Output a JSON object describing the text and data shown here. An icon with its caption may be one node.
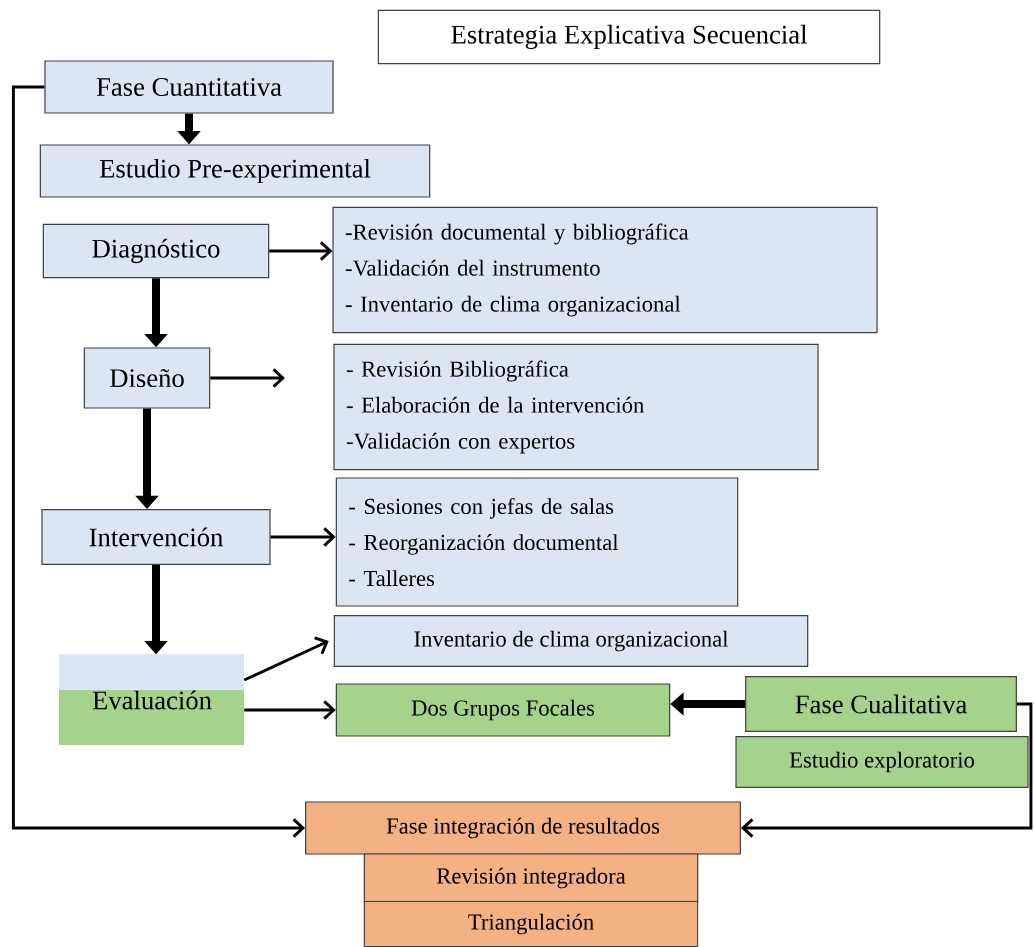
{
  "diagram": {
    "nodes": [
      {
        "text": [
          "Estrategia Explicativa Secuencial"
        ]
      },
      {
        "text": [
          "Fase Cuantitativa"
        ]
      },
      {
        "text": [
          "Estudio Pre-experimental"
        ]
      },
      {
        "text": [
          "Diagnóstico"
        ]
      },
      {
        "text": [
          "-Revisión documental y bibliográfica",
          "-Validación del instrumento",
          "- Inventario de clima organizacional"
        ]
      },
      {
        "text": [
          "Diseño"
        ]
      },
      {
        "text": [
          "- Revisión Bibliográfica",
          "- Elaboración de la intervención",
          "-Validación con expertos"
        ]
      },
      {
        "text": [
          "Intervención"
        ]
      },
      {
        "text": [
          "- Sesiones con jefas de salas",
          "- Reorganización documental",
          "- Talleres"
        ]
      },
      {
        "text": [
          "Evaluación"
        ]
      },
      {
        "text": [
          "Inventario de clima organizacional"
        ]
      },
      {
        "text": [
          "Dos Grupos Focales"
        ]
      },
      {
        "text": [
          "Fase Cualitativa"
        ]
      },
      {
        "text": [
          "Estudio exploratorio"
        ]
      },
      {
        "text": [
          "Fase integración de resultados"
        ]
      },
      {
        "text": [
          "Revisión integradora"
        ]
      },
      {
        "text": [
          "Triangulación"
        ]
      }
    ],
    "edges": [
      {
        "from": 1,
        "to": 2,
        "arrow": "to",
        "style": "thick"
      },
      {
        "from": 3,
        "to": 4,
        "arrow": "to"
      },
      {
        "from": 3,
        "to": 5,
        "arrow": "to",
        "style": "thick"
      },
      {
        "from": 5,
        "to": null,
        "arrow": "to"
      },
      {
        "from": 5,
        "to": 7,
        "arrow": "to",
        "style": "thick"
      },
      {
        "from": 7,
        "to": 8,
        "arrow": "to"
      },
      {
        "from": 7,
        "to": 9,
        "arrow": "to",
        "style": "thick"
      },
      {
        "from": 9,
        "to": 10,
        "arrow": "to"
      },
      {
        "from": 9,
        "to": 11,
        "arrow": "to"
      },
      {
        "from": 12,
        "to": 11,
        "arrow": "to",
        "style": "thick"
      },
      {
        "from": 1,
        "to": 14,
        "arrow": "to"
      },
      {
        "from": 12,
        "to": 14,
        "arrow": "to"
      }
    ]
  }
}
